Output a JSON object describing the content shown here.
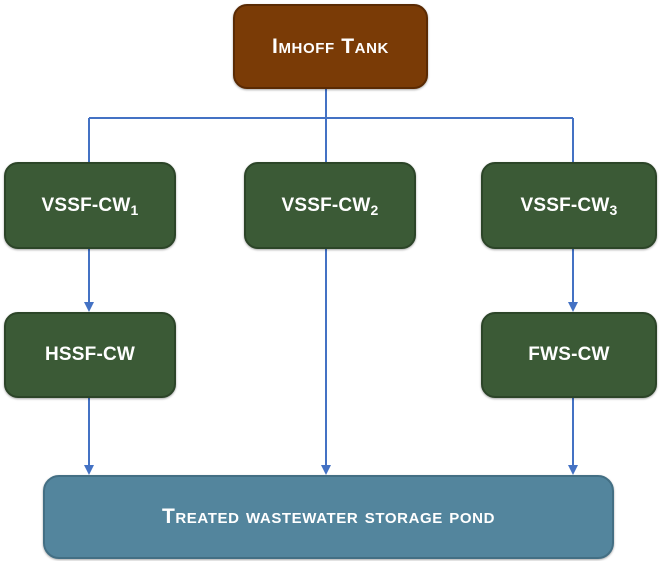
{
  "diagram": {
    "nodes": {
      "imhoff": {
        "label": "Imhoff Tank",
        "color": "#7a3b06"
      },
      "vssf1": {
        "label_main": "VSSF-CW",
        "label_sub": "1",
        "color": "#3b5a36"
      },
      "vssf2": {
        "label_main": "VSSF-CW",
        "label_sub": "2",
        "color": "#3b5a36"
      },
      "vssf3": {
        "label_main": "VSSF-CW",
        "label_sub": "3",
        "color": "#3b5a36"
      },
      "hssf": {
        "label": "HSSF-CW",
        "color": "#3b5a36"
      },
      "fws": {
        "label": "FWS-CW",
        "color": "#3b5a36"
      },
      "pond": {
        "label": "Treated wastewater storage pond",
        "color": "#53859d"
      }
    },
    "edges": [
      {
        "from": "imhoff",
        "to": "vssf1"
      },
      {
        "from": "imhoff",
        "to": "vssf2"
      },
      {
        "from": "imhoff",
        "to": "vssf3"
      },
      {
        "from": "vssf1",
        "to": "hssf"
      },
      {
        "from": "vssf3",
        "to": "fws"
      },
      {
        "from": "hssf",
        "to": "pond"
      },
      {
        "from": "vssf2",
        "to": "pond"
      },
      {
        "from": "fws",
        "to": "pond"
      }
    ],
    "connector_color": "#4472c4"
  }
}
